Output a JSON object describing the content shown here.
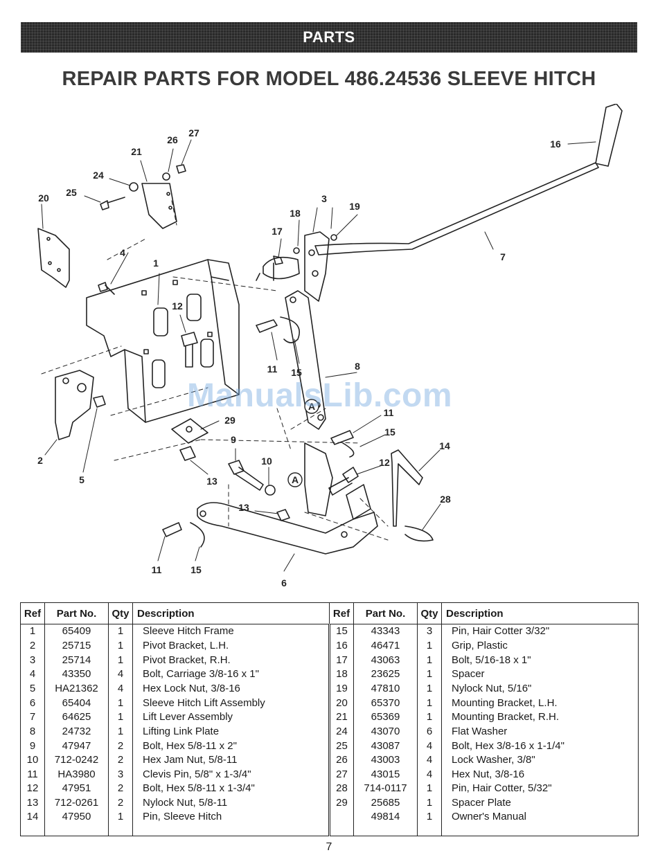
{
  "banner": {
    "title": "PARTS"
  },
  "header": {
    "title": "REPAIR PARTS FOR MODEL 486.24536 SLEEVE HITCH"
  },
  "watermark": "ManualsLib.com",
  "diagram": {
    "callouts": {
      "c1": "1",
      "c2": "2",
      "c3": "3",
      "c4": "4",
      "c5": "5",
      "c6": "6",
      "c7": "7",
      "c8": "8",
      "c9": "9",
      "c10": "10",
      "c11a": "11",
      "c11b": "11",
      "c11c": "11",
      "c12a": "12",
      "c12b": "12",
      "c13a": "13",
      "c13b": "13",
      "c14": "14",
      "c15a": "15",
      "c15b": "15",
      "c15c": "15",
      "c16": "16",
      "c17": "17",
      "c18": "18",
      "c19": "19",
      "c20": "20",
      "c21": "21",
      "c24": "24",
      "c25": "25",
      "c26": "26",
      "c27": "27",
      "c28": "28",
      "c29": "29",
      "markerA1": "A",
      "markerA2": "A"
    }
  },
  "table": {
    "headers": [
      "Ref",
      "Part No.",
      "Qty",
      "Description",
      "Ref",
      "Part No.",
      "Qty",
      "Description"
    ],
    "rows": [
      [
        [
          "1",
          "65409",
          "1",
          "Sleeve Hitch Frame"
        ],
        [
          "15",
          "43343",
          "3",
          "Pin, Hair Cotter 3/32\""
        ]
      ],
      [
        [
          "2",
          "25715",
          "1",
          "Pivot Bracket, L.H."
        ],
        [
          "16",
          "46471",
          "1",
          "Grip, Plastic"
        ]
      ],
      [
        [
          "3",
          "25714",
          "1",
          "Pivot Bracket, R.H."
        ],
        [
          "17",
          "43063",
          "1",
          "Bolt, 5/16-18 x 1\""
        ]
      ],
      [
        [
          "4",
          "43350",
          "4",
          "Bolt, Carriage 3/8-16 x 1\""
        ],
        [
          "18",
          "23625",
          "1",
          "Spacer"
        ]
      ],
      [
        [
          "5",
          "HA21362",
          "4",
          "Hex Lock Nut, 3/8-16"
        ],
        [
          "19",
          "47810",
          "1",
          "Nylock Nut, 5/16\""
        ]
      ],
      [
        [
          "6",
          "65404",
          "1",
          "Sleeve Hitch Lift Assembly"
        ],
        [
          "20",
          "65370",
          "1",
          "Mounting Bracket, L.H."
        ]
      ],
      [
        [
          "7",
          "64625",
          "1",
          "Lift Lever Assembly"
        ],
        [
          "21",
          "65369",
          "1",
          "Mounting Bracket, R.H."
        ]
      ],
      [
        [
          "8",
          "24732",
          "1",
          "Lifting Link Plate"
        ],
        [
          "24",
          "43070",
          "6",
          "Flat Washer"
        ]
      ],
      [
        [
          "9",
          "47947",
          "2",
          "Bolt, Hex 5/8-11 x 2\""
        ],
        [
          "25",
          "43087",
          "4",
          "Bolt, Hex 3/8-16 x 1-1/4\""
        ]
      ],
      [
        [
          "10",
          "712-0242",
          "2",
          "Hex Jam Nut, 5/8-11"
        ],
        [
          "26",
          "43003",
          "4",
          "Lock Washer, 3/8\""
        ]
      ],
      [
        [
          "11",
          "HA3980",
          "3",
          "Clevis Pin, 5/8\" x 1-3/4\""
        ],
        [
          "27",
          "43015",
          "4",
          "Hex Nut, 3/8-16"
        ]
      ],
      [
        [
          "12",
          "47951",
          "2",
          "Bolt, Hex 5/8-11 x 1-3/4\""
        ],
        [
          "28",
          "714-0117",
          "1",
          "Pin, Hair Cotter, 5/32\""
        ]
      ],
      [
        [
          "13",
          "712-0261",
          "2",
          "Nylock Nut, 5/8-11"
        ],
        [
          "29",
          "25685",
          "1",
          "Spacer Plate"
        ]
      ],
      [
        [
          "14",
          "47950",
          "1",
          "Pin, Sleeve Hitch"
        ],
        [
          "",
          "49814",
          "1",
          "Owner's Manual"
        ]
      ]
    ]
  },
  "page_number": "7"
}
